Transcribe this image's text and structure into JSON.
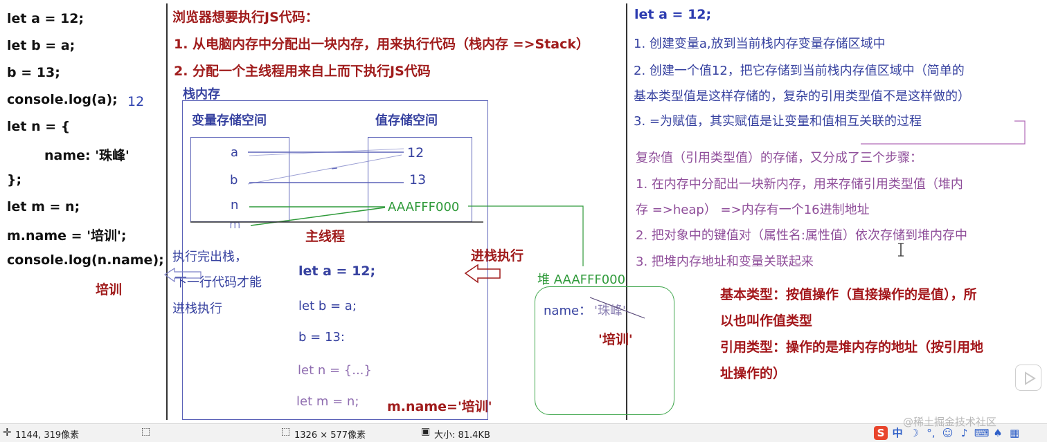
{
  "left_code": {
    "lines": [
      "let a = 12;",
      "let b = a;",
      "b = 13;",
      "console.log(a);",
      "let n = {",
      "name: '珠峰'",
      "};",
      "let m = n;",
      "m.name = '培训';",
      "console.log(n.name);"
    ],
    "output_a": "12",
    "output_name": "培训"
  },
  "middle": {
    "intro_title": "浏览器想要执行JS代码：",
    "step1": "1. 从电脑内存中分配出一块内存，用来执行代码（栈内存 =>Stack）",
    "step2": "2. 分配一个主线程用来自上而下执行JS代码",
    "stack_label": "栈内存",
    "var_space_label": "变量存储空间",
    "val_space_label": "值存储空间",
    "vars": [
      "a",
      "b",
      "n",
      "m"
    ],
    "vals": [
      "12",
      "13",
      "AAAFFF000"
    ],
    "main_thread_label": "主线程",
    "exit_note_line1": "执行完出栈，",
    "exit_note_line2": "下一行代码才能",
    "exit_note_line3": "进栈执行",
    "enter_label": "进栈执行",
    "thread_code": [
      "let  a = 12;",
      "let b = a;",
      "b = 13:",
      "let n = {...}",
      "let m = n;"
    ],
    "mname_assign": "m.name='培训'",
    "heap_label": "堆 AAAFFF000",
    "heap_name_key": "name：",
    "heap_old_value": "'珠峰'",
    "heap_new_value": "'培训'"
  },
  "right": {
    "title": "let a = 12;",
    "points": [
      "1. 创建变量a,放到当前栈内存变量存储区域中",
      "2. 创建一个值12，把它存储到当前栈内存值区域中（简单的",
      "基本类型值是这样存储的，复杂的引用类型值不是这样做的）",
      "3. =为赋值，其实赋值是让变量和值相互关联的过程"
    ],
    "complex_title": "复杂值（引用类型值）的存储，又分成了三个步骤：",
    "complex_steps": [
      "1. 在内存中分配出一块新内存，用来存储引用类型值（堆内",
      "存 =>heap） =>内存有一个16进制地址",
      "2. 把对象中的键值对（属性名:属性值）依次存储到堆内存中",
      "3. 把堆内存地址和变量关联起来"
    ],
    "summary": [
      "基本类型：按值操作（直接操作的是值），所",
      "以也叫作值类型",
      "引用类型：操作的是堆内存的地址（按引用地",
      "址操作的）"
    ]
  },
  "statusbar": {
    "coords": "1144, 319像素",
    "dimensions": "1326 × 577像素",
    "filesize": "大小: 81.4KB",
    "ime_label": "中",
    "watermark": "@稀土掘金技术社区"
  },
  "colors": {
    "code_black": "#111111",
    "red": "#a01c1c",
    "blue": "#2b3fae",
    "purple": "#8f4e9a",
    "green": "#2f9a3a"
  },
  "icons": [
    "crosshair-icon",
    "selection-icon",
    "resize-icon",
    "disk-icon",
    "sogou-icon",
    "moon-icon",
    "comma-icon",
    "smiley-icon",
    "mic-icon",
    "keyboard-icon",
    "shirt-icon",
    "grid-icon",
    "play-icon"
  ]
}
